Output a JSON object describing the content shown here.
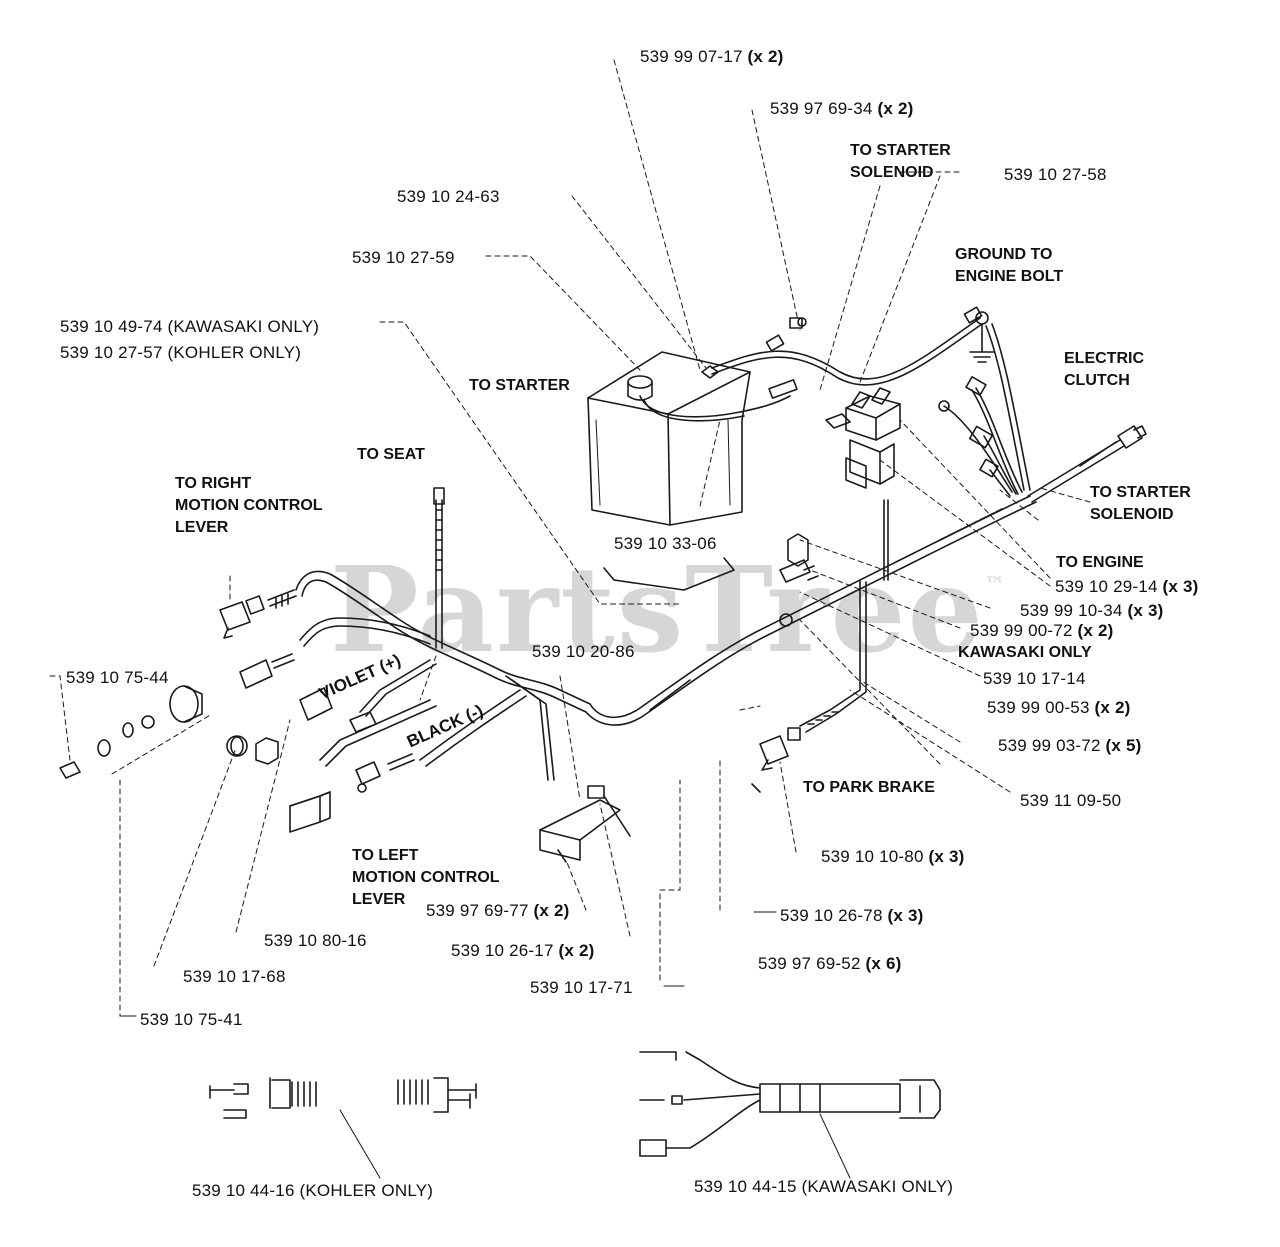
{
  "watermark": {
    "text": "PartsTree",
    "mark": "™"
  },
  "parts": [
    {
      "id": "p1",
      "part": "539 99 07-17",
      "qty": "(x 2)"
    },
    {
      "id": "p2",
      "part": "539 97 69-34",
      "qty": "(x 2)"
    },
    {
      "id": "p3",
      "part": "539 10 27-58",
      "qty": ""
    },
    {
      "id": "p4",
      "part": "539 10 24-63",
      "qty": ""
    },
    {
      "id": "p5",
      "part": "539 10 27-59",
      "qty": ""
    },
    {
      "id": "p6",
      "part": "539 10 49-74 (KAWASAKI ONLY)",
      "qty": ""
    },
    {
      "id": "p7",
      "part": "539 10 27-57 (KOHLER ONLY)",
      "qty": ""
    },
    {
      "id": "p8",
      "part": "539 10 33-06",
      "qty": ""
    },
    {
      "id": "p9",
      "part": "539 10 29-14",
      "qty": "(x 3)"
    },
    {
      "id": "p10",
      "part": "539 99 10-34",
      "qty": "(x 3)"
    },
    {
      "id": "p11",
      "part": "539 99 00-72",
      "qty": "(x 2)"
    },
    {
      "id": "p12",
      "part": "539 10 17-14",
      "qty": ""
    },
    {
      "id": "p13",
      "part": "539 99 00-53",
      "qty": "(x 2)"
    },
    {
      "id": "p14",
      "part": "539 99 03-72",
      "qty": "(x 5)"
    },
    {
      "id": "p15",
      "part": "539 11 09-50",
      "qty": ""
    },
    {
      "id": "p16",
      "part": "539 10 10-80",
      "qty": "(x 3)"
    },
    {
      "id": "p17",
      "part": "539 10 26-78",
      "qty": "(x 3)"
    },
    {
      "id": "p18",
      "part": "539 97 69-52",
      "qty": "(x 6)"
    },
    {
      "id": "p19",
      "part": "539 10 20-86",
      "qty": ""
    },
    {
      "id": "p20",
      "part": "539 10 75-44",
      "qty": ""
    },
    {
      "id": "p21",
      "part": "539 97 69-77",
      "qty": "(x 2)"
    },
    {
      "id": "p22",
      "part": "539 10 26-17",
      "qty": "(x 2)"
    },
    {
      "id": "p23",
      "part": "539 10 17-71",
      "qty": ""
    },
    {
      "id": "p24",
      "part": "539 10 80-16",
      "qty": ""
    },
    {
      "id": "p25",
      "part": "539 10 17-68",
      "qty": ""
    },
    {
      "id": "p26",
      "part": "539 10 75-41",
      "qty": ""
    },
    {
      "id": "p27",
      "part": "539 10 44-16 (KOHLER ONLY)",
      "qty": ""
    },
    {
      "id": "p28",
      "part": "539 10 44-15 (KAWASAKI ONLY)",
      "qty": ""
    }
  ],
  "notes": {
    "to_starter_solenoid_top": [
      "TO STARTER",
      "SOLENOID"
    ],
    "ground_to_engine_bolt": [
      "GROUND TO",
      "ENGINE BOLT"
    ],
    "electric_clutch": [
      "ELECTRIC",
      "CLUTCH"
    ],
    "to_starter_solenoid_right": [
      "TO STARTER",
      "SOLENOID"
    ],
    "to_engine": "TO ENGINE",
    "kawasaki_only": "KAWASAKI ONLY",
    "to_park_brake": "TO PARK BRAKE",
    "to_starter": "TO STARTER",
    "to_seat": "TO SEAT",
    "to_right_motion_control_lever": [
      "TO RIGHT",
      "MOTION CONTROL",
      "LEVER"
    ],
    "to_left_motion_control_lever": [
      "TO LEFT",
      "MOTION CONTROL",
      "LEVER"
    ],
    "violet": "VIOLET (+)",
    "black": "BLACK (-)"
  }
}
